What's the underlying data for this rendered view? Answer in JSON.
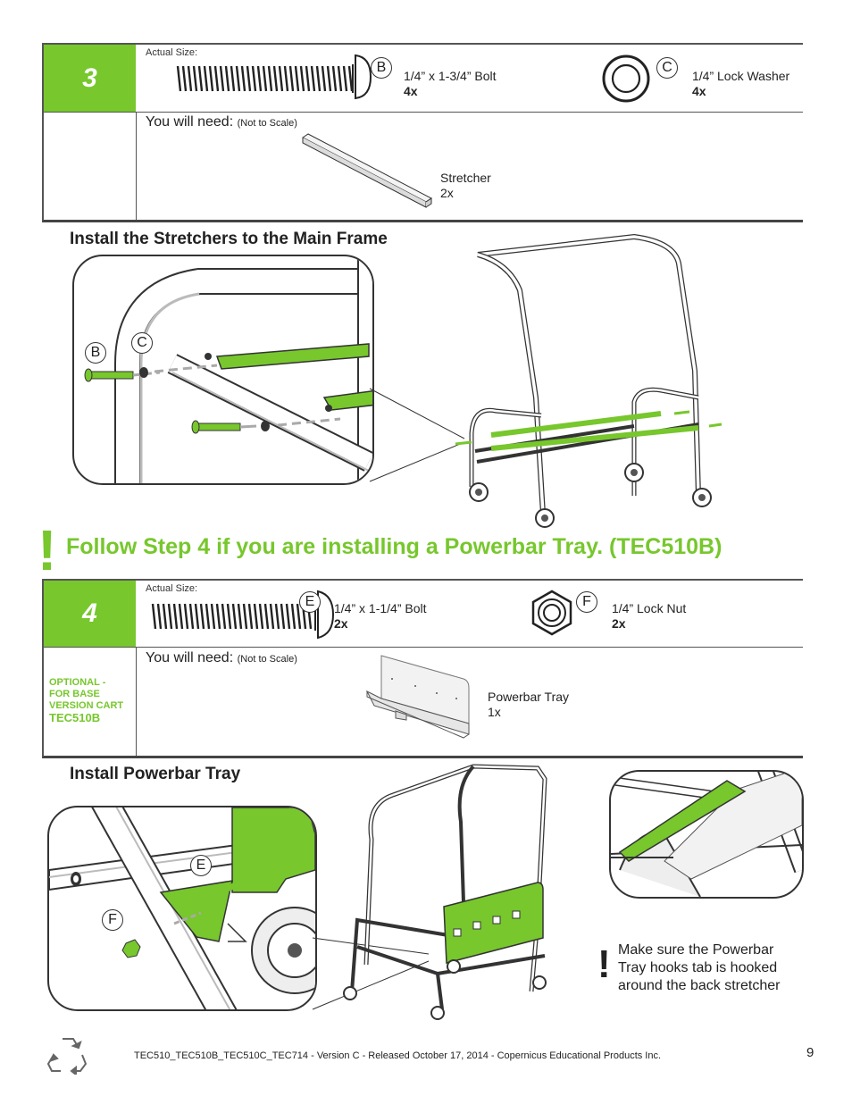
{
  "step3": {
    "number": "3",
    "actual_size_label": "Actual Size:",
    "part_b": {
      "letter": "B",
      "name": "1/4” x 1-3/4” Bolt",
      "qty": "4x"
    },
    "part_c": {
      "letter": "C",
      "name": "1/4” Lock Washer",
      "qty": "4x"
    },
    "you_will_need": "You will need:",
    "not_to_scale": "(Not to Scale)",
    "stretcher": {
      "name": "Stretcher",
      "qty": "2x"
    }
  },
  "section3": {
    "title": "Install the Stretchers to the Main Frame",
    "detail_letters": [
      "B",
      "C"
    ]
  },
  "notice": {
    "mark": "!",
    "text": "Follow Step 4 if you are installing a Powerbar Tray. (TEC510B)"
  },
  "step4": {
    "number": "4",
    "actual_size_label": "Actual Size:",
    "part_e": {
      "letter": "E",
      "name": "1/4” x 1-1/4” Bolt",
      "qty": "2x"
    },
    "part_f": {
      "letter": "F",
      "name": "1/4” Lock Nut",
      "qty": "2x"
    },
    "you_will_need": "You will need:",
    "not_to_scale": "(Not to Scale)",
    "optional_lines": [
      "OPTIONAL -",
      "FOR BASE",
      "VERSION CART"
    ],
    "optional_model": "TEC510B",
    "tray": {
      "name": "Powerbar Tray",
      "qty": "1x"
    }
  },
  "section4": {
    "title": "Install Powerbar Tray",
    "detail_letters": [
      "E",
      "F"
    ],
    "note_mark": "!",
    "note": [
      "Make sure the Powerbar",
      "Tray hooks tab is hooked",
      "around the back stretcher"
    ]
  },
  "footer": {
    "text": "TEC510_TEC510B_TEC510C_TEC714 - Version C - Released October 17, 2014 - Copernicus Educational Products Inc.",
    "page": "9",
    "recycle_icon": "recycle-icon"
  },
  "colors": {
    "accent": "#77c72d",
    "line": "#444444"
  }
}
